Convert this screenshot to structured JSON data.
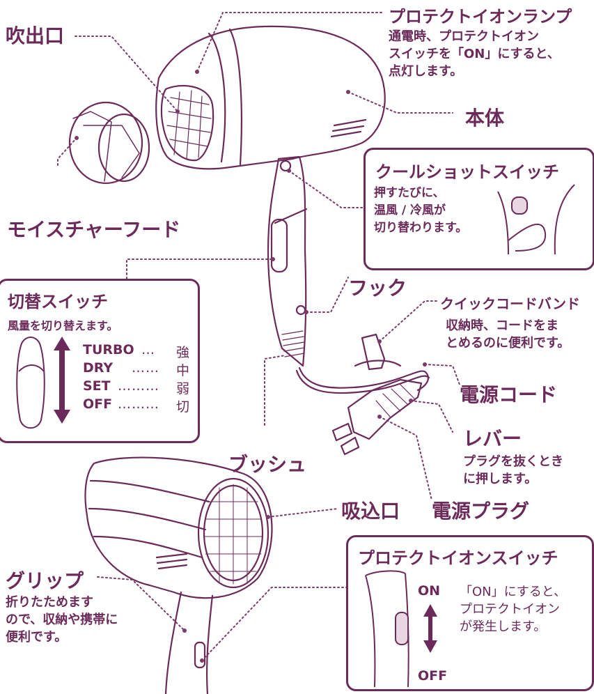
{
  "labels": {
    "outlet": "吹出口",
    "protect_lamp": "プロテクトイオンランプ",
    "protect_lamp_desc": [
      "通電時、プロテクトイオン",
      "スイッチを「ON」にすると、",
      "点灯します。"
    ],
    "body": "本体",
    "moisture_hood": "モイスチャーフード",
    "hook": "フック",
    "cord_band": "クイックコードバンド",
    "cord_band_desc": [
      "収納時、コードをま",
      "とめるのに便利です。"
    ],
    "cord": "電源コード",
    "lever": "レバー",
    "lever_desc": [
      "プラグを抜くとき",
      "に押します。"
    ],
    "bush": "ブッシュ",
    "intake": "吸込口",
    "plug": "電源プラグ",
    "grip": "グリップ",
    "grip_desc": [
      "折りたためます",
      "ので、収納や携帯に",
      "便利です。"
    ]
  },
  "cool_shot": {
    "title": "クールショットスイッチ",
    "desc": [
      "押すたびに、",
      "温風 / 冷風が",
      "切り替わります。"
    ]
  },
  "mode_switch": {
    "title": "切替スイッチ",
    "subtitle": "風量を切り替えます。",
    "levels": [
      {
        "mode": "TURBO",
        "dots": "…",
        "strength": "強"
      },
      {
        "mode": "DRY",
        "dots": "……",
        "strength": "中"
      },
      {
        "mode": "SET",
        "dots": "………",
        "strength": "弱"
      },
      {
        "mode": "OFF",
        "dots": "………",
        "strength": "切"
      }
    ]
  },
  "protect_switch": {
    "title": "プロテクトイオンスイッチ",
    "on": "ON",
    "off": "OFF",
    "desc": [
      "「ON」にすると、",
      "プロテクトイオン",
      "が発生します。"
    ]
  },
  "colors": {
    "primary": "#6b2a5a",
    "line": "#7a3a6a"
  }
}
